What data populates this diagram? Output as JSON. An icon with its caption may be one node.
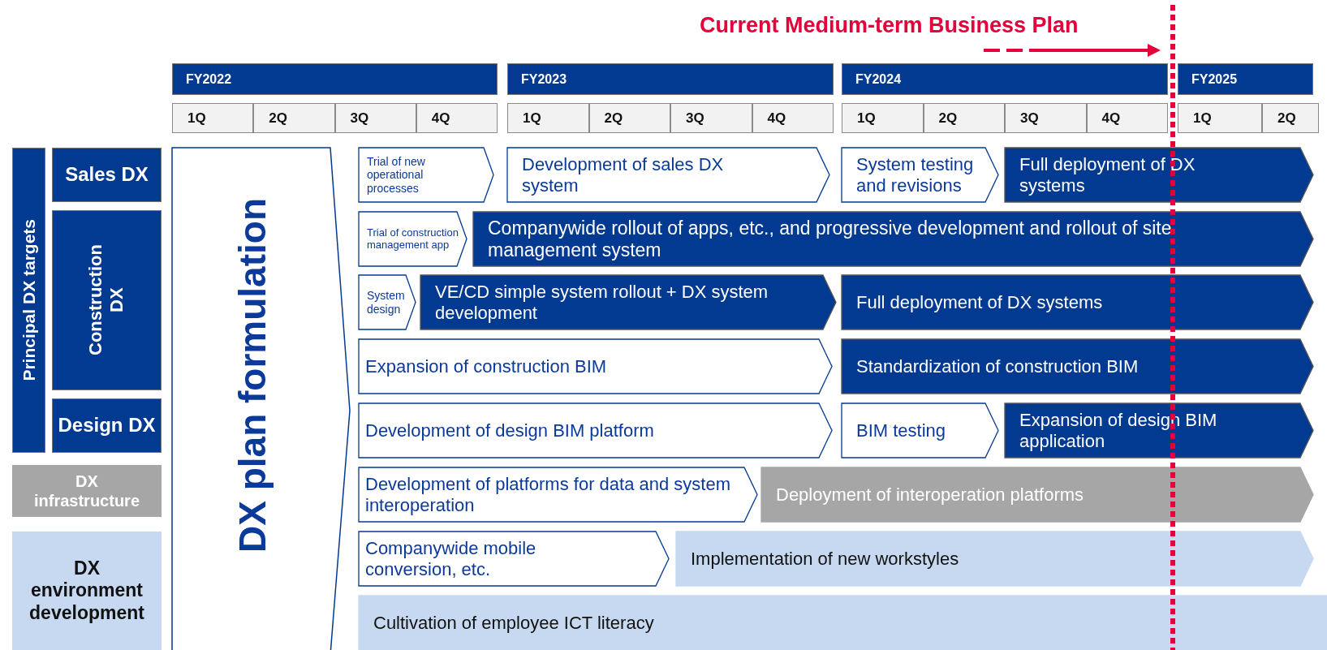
{
  "diagram": {
    "title": "Current Medium-term Business Plan",
    "nodes": [
      {
        "text": [
          "FY2022"
        ]
      },
      {
        "text": [
          "FY2023"
        ]
      },
      {
        "text": [
          "FY2024"
        ]
      },
      {
        "text": [
          "FY2025"
        ]
      },
      {
        "text": [
          "1Q"
        ]
      },
      {
        "text": [
          "2Q"
        ]
      },
      {
        "text": [
          "3Q"
        ]
      },
      {
        "text": [
          "4Q"
        ]
      },
      {
        "text": [
          "1Q"
        ]
      },
      {
        "text": [
          "2Q"
        ]
      },
      {
        "text": [
          "3Q"
        ]
      },
      {
        "text": [
          "4Q"
        ]
      },
      {
        "text": [
          "1Q"
        ]
      },
      {
        "text": [
          "2Q"
        ]
      },
      {
        "text": [
          "3Q"
        ]
      },
      {
        "text": [
          "4Q"
        ]
      },
      {
        "text": [
          "1Q"
        ]
      },
      {
        "text": [
          "2Q"
        ]
      },
      {
        "text": [
          "Principal DX targets"
        ]
      },
      {
        "text": [
          "Sales DX"
        ]
      },
      {
        "text": [
          "Construction DX"
        ]
      },
      {
        "text": [
          "Design DX"
        ]
      },
      {
        "text": [
          "DX infrastructure"
        ]
      },
      {
        "text": [
          "DX environment development"
        ]
      },
      {
        "text": [
          "DX plan formulation"
        ]
      },
      {
        "text": [
          "Trial of new operational processes"
        ]
      },
      {
        "text": [
          "Development of sales DX system"
        ]
      },
      {
        "text": [
          "System testing and revisions"
        ]
      },
      {
        "text": [
          "Full deployment of DX systems"
        ]
      },
      {
        "text": [
          "Trial of construction management app"
        ]
      },
      {
        "text": [
          "Companywide rollout of apps, etc., and progressive development and rollout of site management system"
        ]
      },
      {
        "text": [
          "System design"
        ]
      },
      {
        "text": [
          "VE/CD simple system rollout + DX system development"
        ]
      },
      {
        "text": [
          "Full deployment of DX systems"
        ]
      },
      {
        "text": [
          "Expansion of construction BIM"
        ]
      },
      {
        "text": [
          "Standardization of construction BIM"
        ]
      },
      {
        "text": [
          "Development of design BIM platform"
        ]
      },
      {
        "text": [
          "BIM testing"
        ]
      },
      {
        "text": [
          "Expansion of design BIM application"
        ]
      },
      {
        "text": [
          "Development of platforms for data and system interoperation"
        ]
      },
      {
        "text": [
          "Deployment of interoperation platforms"
        ]
      },
      {
        "text": [
          "Companywide mobile conversion, etc."
        ]
      },
      {
        "text": [
          "Implementation of new workstyles"
        ]
      },
      {
        "text": [
          "Cultivation of employee ICT literacy"
        ]
      }
    ]
  }
}
